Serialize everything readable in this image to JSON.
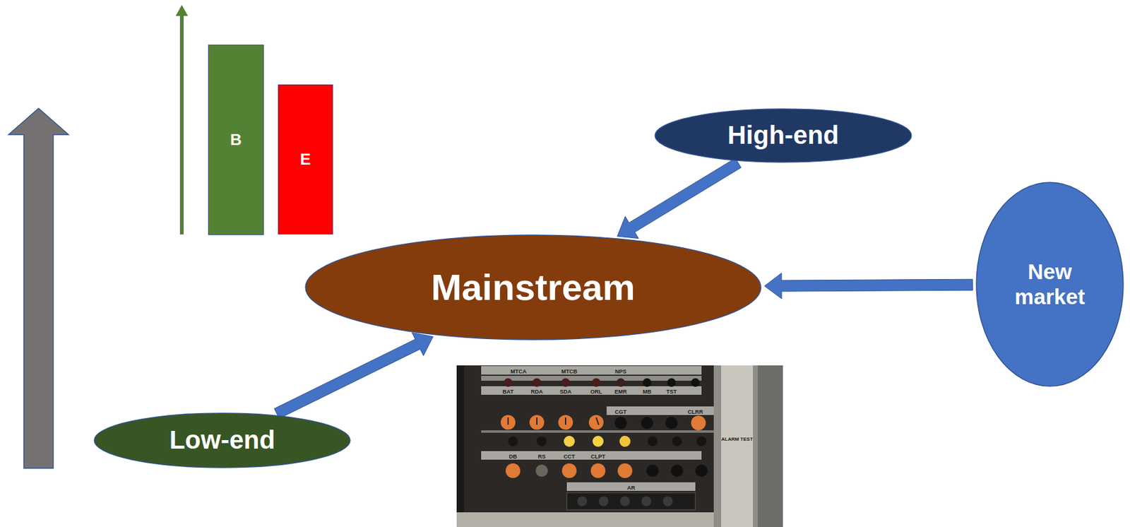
{
  "diagram": {
    "nodes": [
      {
        "text": [
          "B"
        ]
      },
      {
        "text": [
          "E"
        ]
      },
      {
        "text": [
          "High-end"
        ]
      },
      {
        "text": [
          "Mainstream"
        ]
      },
      {
        "text": [
          "New market"
        ]
      },
      {
        "text": [
          "Low-end"
        ]
      }
    ],
    "edges": [
      {
        "from": 2,
        "to": 3,
        "arrow": "to"
      },
      {
        "from": 4,
        "to": 3,
        "arrow": "to"
      },
      {
        "from": 5,
        "to": 3,
        "arrow": "to"
      }
    ],
    "labels": [
      "MTCA",
      "MTCB",
      "NPS",
      "BAT",
      "RDA",
      "SDA",
      "ORL",
      "EMR",
      "MB",
      "TST",
      "CGT",
      "CLRR",
      "DB",
      "RS",
      "CCT",
      "CLPT",
      "AR",
      "ALARM TEST"
    ]
  }
}
